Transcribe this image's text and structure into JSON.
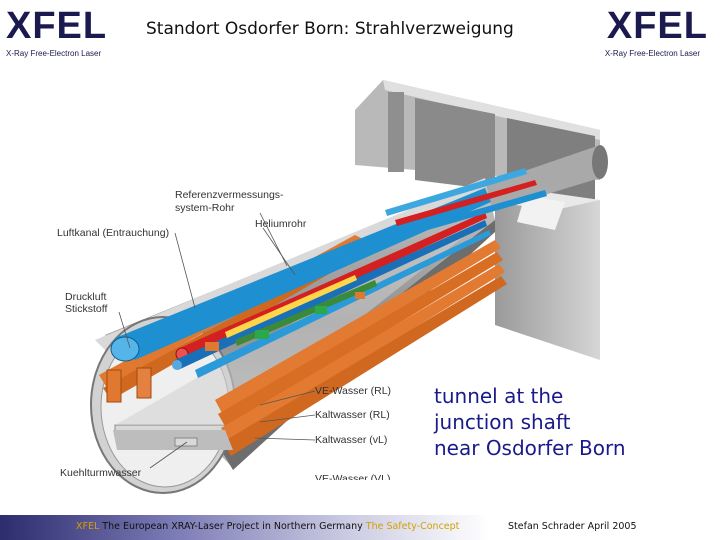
{
  "header": {
    "logo_left": "XFEL",
    "logo_left_sub": "X-Ray Free-Electron Laser",
    "title": "Standort Osdorfer Born: Strahlverzweigung",
    "logo_right": "XFEL",
    "logo_right_sub": "X-Ray Free-Electron Laser"
  },
  "diagram": {
    "labels": {
      "ref_line1": "Referenzvermessungs-",
      "ref_line2": "system-Rohr",
      "helium": "Heliumrohr",
      "luftkanal": "Luftkanal (Entrauchung)",
      "druckluft_line1": "Druckluft",
      "druckluft_line2": "Stickstoff",
      "ve_rl": "VE-Wasser (RL)",
      "kalt_rl": "Kaltwasser (RL)",
      "kalt_vl": "Kaltwasser (vL)",
      "kuehlturm": "Kuehlturmwasser",
      "ve_vl": "VE-Wasser (VL)"
    }
  },
  "caption": {
    "line1": "tunnel at the",
    "line2": "junction shaft",
    "line3": "near Osdorfer Born"
  },
  "footer": {
    "xfel": "XFEL",
    "project_text": " The European XRAY-Laser Project in Northern Germany ",
    "safety": "The Safety-Concept",
    "author_date": "Stefan Schrader  April 2005"
  },
  "colors": {
    "logo": "#1a1a4e",
    "caption": "#1a1a8c",
    "highlight": "#d4a000",
    "pipe_blue": "#1e8fd0",
    "pipe_red": "#d42020",
    "tray_orange": "#e07830"
  }
}
